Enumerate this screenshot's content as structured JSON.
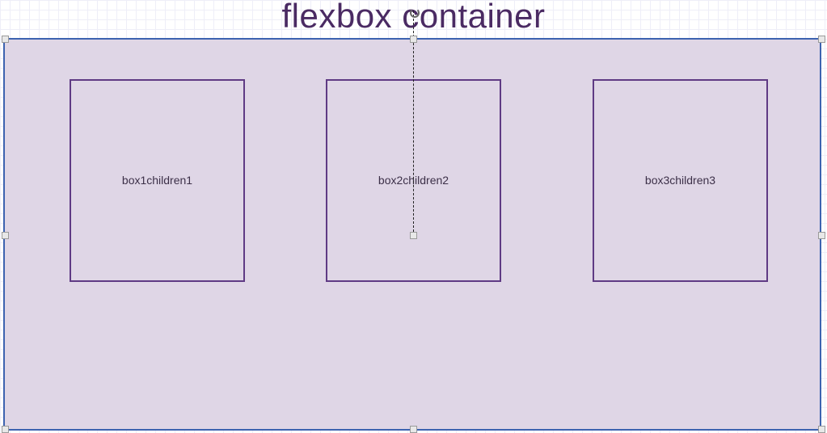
{
  "diagram": {
    "title": "flexbox container",
    "boxes": [
      {
        "label": "box1children1"
      },
      {
        "label": "box2children2"
      },
      {
        "label": "box3children3"
      }
    ]
  },
  "colors": {
    "title": "#4a2a63",
    "container_fill": "#dfd6e6",
    "container_border": "#3d63b0",
    "box_border": "#5f3a84"
  }
}
